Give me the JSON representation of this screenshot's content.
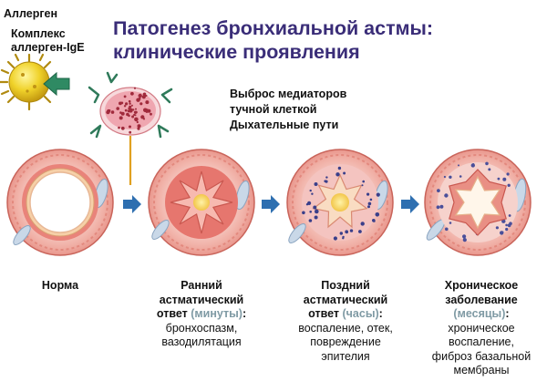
{
  "title": {
    "line1": "Патогенез бронхиальной астмы:",
    "line2": "клинические проявления"
  },
  "labels": {
    "allergen": "Аллерген",
    "complex_line1": "Комплекс",
    "complex_line2": "аллерген-IgE",
    "mediators_line1": "Выброс медиаторов",
    "mediators_line2": "тучной клеткой",
    "airways": "Дыхательные пути"
  },
  "stages": [
    {
      "title_lines": [
        "Норма"
      ],
      "time": "",
      "time_suffix": "",
      "desc_lines": []
    },
    {
      "title_lines": [
        "Ранний",
        "астматический"
      ],
      "title_last": "ответ",
      "time": "(минуты)",
      "time_suffix": ":",
      "desc_lines": [
        "бронхоспазм,",
        "вазодилятация"
      ]
    },
    {
      "title_lines": [
        "Поздний",
        "астматический"
      ],
      "title_last": "ответ",
      "time": "(часы)",
      "time_suffix": ":",
      "desc_lines": [
        "воспаление, отек,",
        "повреждение",
        "эпителия"
      ]
    },
    {
      "title_lines": [
        "Хроническое",
        "заболевание"
      ],
      "title_last": "",
      "time": "(месяцы)",
      "time_suffix": ":",
      "desc_lines": [
        "хроническое",
        "воспаление,",
        "фиброз базальной",
        "мембраны"
      ]
    }
  ],
  "colors": {
    "title": "#3a2d78",
    "time_text": "#7f9aa4",
    "arrow": "#2e6fb0",
    "tissue": "#f2b3ac",
    "tissue_dark": "#d8786f",
    "allergen": "#f0d22a",
    "ige_arrow": "#2f8a63",
    "mast_cell": "#d94b5c",
    "connector": "#e0a020"
  },
  "icons": [
    "allergen-particle-icon",
    "ige-arrow-icon",
    "mast-cell-icon",
    "airway-cross-section-icon",
    "progression-arrow-icon"
  ]
}
